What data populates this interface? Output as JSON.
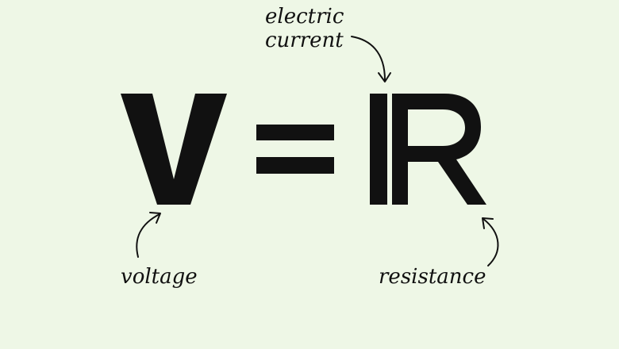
{
  "colors": {
    "background": "#eef7e6",
    "ink": "#111111"
  },
  "formula": {
    "symbol_v": "V",
    "symbol_equals": "=",
    "symbol_i": "I",
    "symbol_r": "R"
  },
  "labels": {
    "current_line1": "electric",
    "current_line2": "current",
    "voltage": "voltage",
    "resistance": "resistance"
  }
}
